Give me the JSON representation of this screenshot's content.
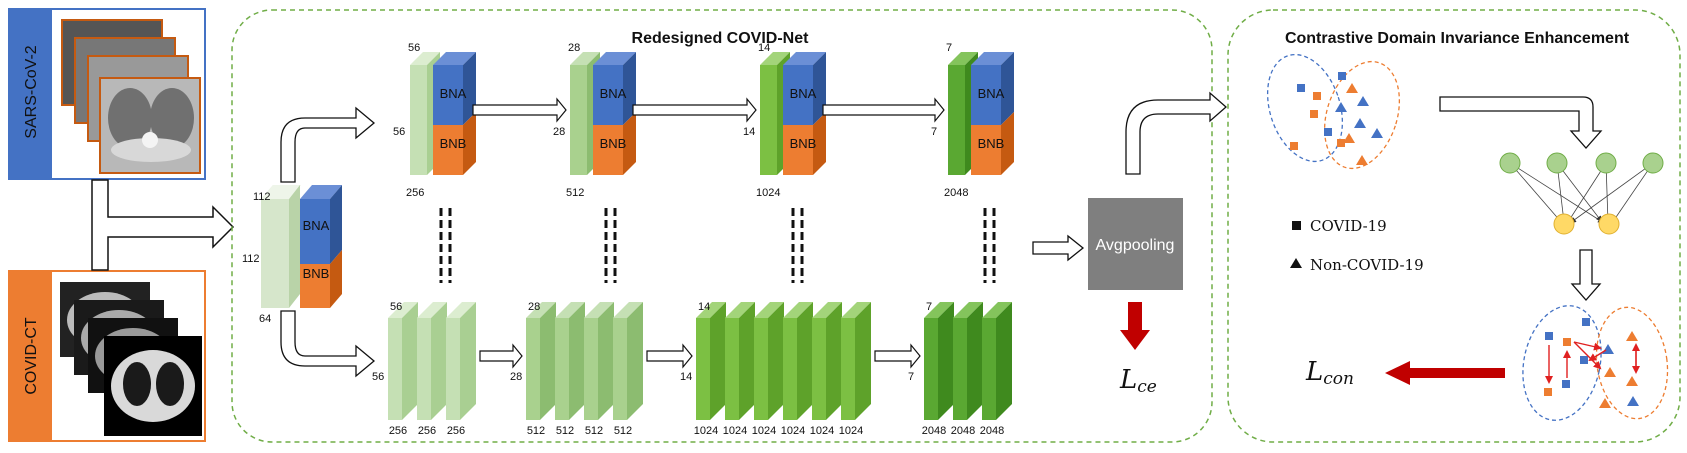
{
  "sources": {
    "top_label": "SARS-CoV-2",
    "bottom_label": "COVID-CT"
  },
  "network": {
    "title": "Redesigned COVID-Net",
    "stem": {
      "h": "112",
      "w": "112",
      "c": "64"
    },
    "bna": "BNA",
    "bnb": "BNB",
    "top_blocks": [
      {
        "h": "56",
        "w": "56",
        "c": "256"
      },
      {
        "h": "28",
        "w": "28",
        "c": "512"
      },
      {
        "h": "14",
        "w": "14",
        "c": "1024"
      },
      {
        "h": "7",
        "w": "7",
        "c": "2048"
      }
    ],
    "bottom_groups": [
      {
        "h": "56",
        "w": "56",
        "channels": [
          "256",
          "256",
          "256"
        ]
      },
      {
        "h": "28",
        "w": "28",
        "channels": [
          "512",
          "512",
          "512",
          "512"
        ]
      },
      {
        "h": "14",
        "w": "14",
        "channels": [
          "1024",
          "1024",
          "1024",
          "1024",
          "1024",
          "1024"
        ]
      },
      {
        "h": "7",
        "w": "7",
        "channels": [
          "2048",
          "2048",
          "2048"
        ]
      }
    ],
    "pool": "Avgpooling",
    "loss_ce_main": "L",
    "loss_ce_sub": "ce"
  },
  "cdie": {
    "title": "Contrastive Domain Invariance Enhancement",
    "legend_covid": "COVID-19",
    "legend_noncovid": "Non-COVID-19",
    "loss_con_main": "L",
    "loss_con_sub": "con"
  },
  "colors": {
    "sars_blue": "#4472c4",
    "ct_orange": "#ed7d31",
    "bna_blue": "#4472c4",
    "bnb_orange": "#ed7d31",
    "green_light": "#c5e0b4",
    "green_mid": "#8fc46a",
    "green_dark": "#5aa832",
    "dashed_green": "#70ad47",
    "pool_gray": "#7f7f7f",
    "loss_red": "#c00000",
    "node_green": "#a9d18e",
    "node_yellow": "#ffd966"
  }
}
